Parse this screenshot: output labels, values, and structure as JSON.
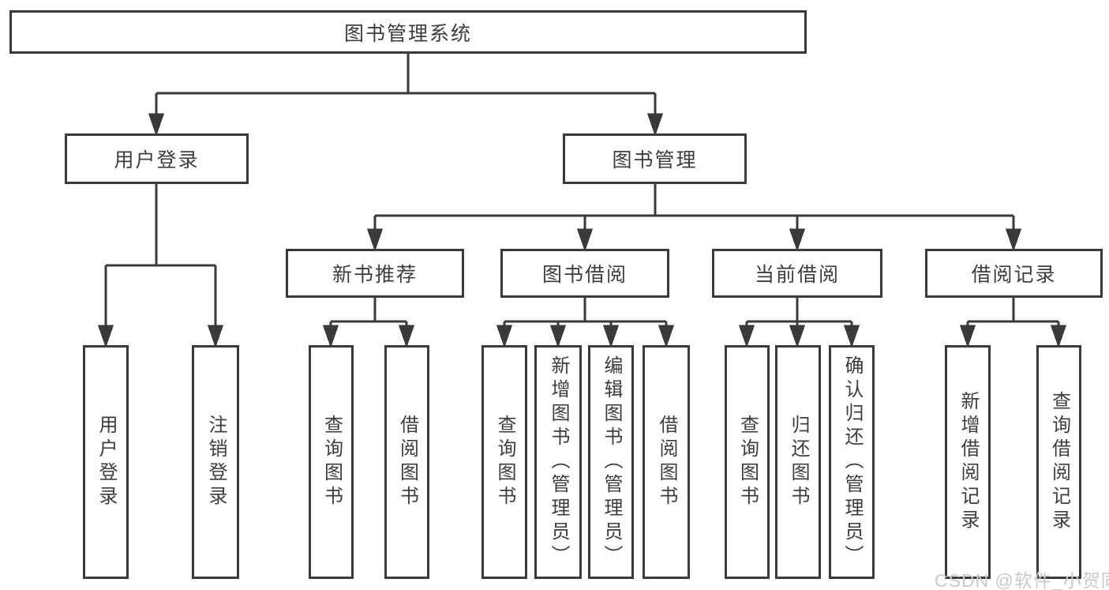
{
  "diagram_title": "图书管理系统",
  "tree": {
    "root": {
      "label": "图书管理系统"
    },
    "branches": [
      {
        "label": "用户登录",
        "children": [
          {
            "label": "用户登录"
          },
          {
            "label": "注销登录"
          }
        ]
      },
      {
        "label": "图书管理",
        "children": [
          {
            "label": "新书推荐",
            "children": [
              {
                "label": "查询图书"
              },
              {
                "label": "借阅图书"
              }
            ]
          },
          {
            "label": "图书借阅",
            "children": [
              {
                "label": "查询图书"
              },
              {
                "label": "新增图书（管理员）"
              },
              {
                "label": "编辑图书（管理员）"
              },
              {
                "label": "借阅图书"
              }
            ]
          },
          {
            "label": "当前借阅",
            "children": [
              {
                "label": "查询图书"
              },
              {
                "label": "归还图书"
              },
              {
                "label": "确认归还（管理员）"
              }
            ]
          },
          {
            "label": "借阅记录",
            "children": [
              {
                "label": "新增借阅记录"
              },
              {
                "label": "查询借阅记录"
              }
            ]
          }
        ]
      }
    ]
  },
  "watermark": {
    "text": "CSDN @软件_小贺同学"
  },
  "colors": {
    "line": "#3a3a3a",
    "text": "#3d3d3d",
    "box_background": "#ffffff",
    "watermark": "#c9c9c9"
  }
}
